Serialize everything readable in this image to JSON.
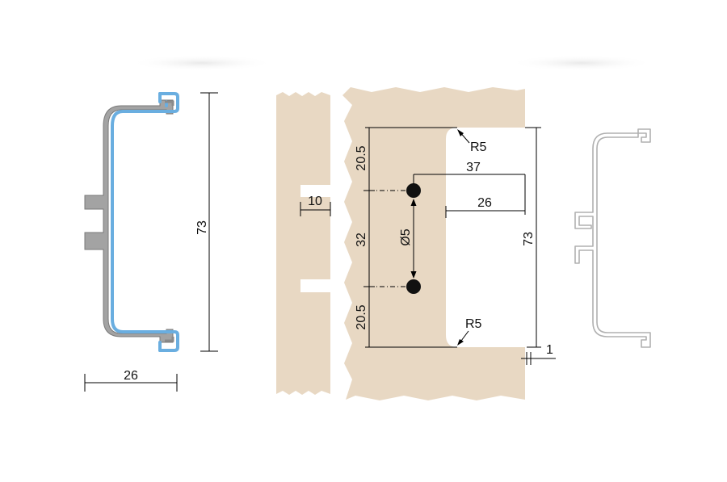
{
  "colors": {
    "background": "#ffffff",
    "wood": "#e8d8c3",
    "profile_fill": "#a8a8a8",
    "profile_stroke": "#7a7a7a",
    "profile_highlight": "#6aaee0",
    "outline_profile": "#b0b0b0",
    "dimension_line": "#000000",
    "hole": "#111111"
  },
  "left_profile": {
    "height_label": "73",
    "width_label": "26"
  },
  "cutout": {
    "groove_width_label": "10",
    "top_offset_label": "20.5",
    "hole_spacing_label": "32",
    "bottom_offset_label": "20.5",
    "hole_diameter_label": "Ø5",
    "hole_depth_label": "37",
    "cutout_depth_label": "26",
    "radius_top_label": "R5",
    "radius_bottom_label": "R5",
    "cutout_height_label": "73",
    "clearance_label": "1"
  },
  "right_profile": {
    "icon": "handle-profile-outline-icon"
  }
}
